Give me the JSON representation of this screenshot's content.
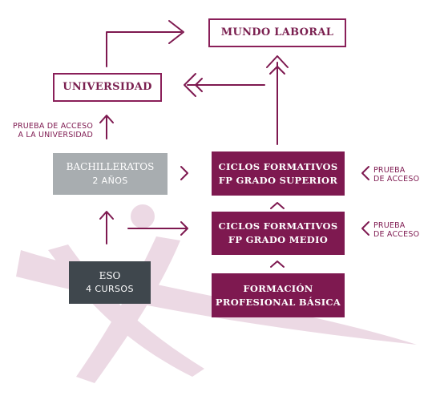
{
  "boxes": {
    "mundo_laboral": "MUNDO LABORAL",
    "universidad": "UNIVERSIDAD",
    "bachilleratos": {
      "title": "BACHILLERATOS",
      "sub": "2 AÑOS"
    },
    "eso": {
      "title": "ESO",
      "sub": "4 CURSOS"
    },
    "ciclos_superior": {
      "line1": "CICLOS FORMATIVOS",
      "line2": "FP GRADO SUPERIOR"
    },
    "ciclos_medio": {
      "line1": "CICLOS FORMATIVOS",
      "line2": "FP GRADO MEDIO"
    },
    "fp_basica": {
      "line1": "FORMACIÓN",
      "line2": "PROFESIONAL  BÁSICA"
    }
  },
  "notes": {
    "prueba_universidad": {
      "line1": "PRUEBA DE ACCESO",
      "line2": "A LA UNIVERSIDAD"
    },
    "prueba_superior": {
      "line1": "PRUEBA",
      "line2": "DE ACCESO"
    },
    "prueba_medio": {
      "line1": "PRUEBA",
      "line2": "DE ACCESO"
    }
  },
  "colors": {
    "brand": "#7e1950",
    "outline": "#8a1f59",
    "gray_box": "#a8adb0",
    "dark_box": "#3f474d",
    "watermark": "#e9d3e0"
  }
}
